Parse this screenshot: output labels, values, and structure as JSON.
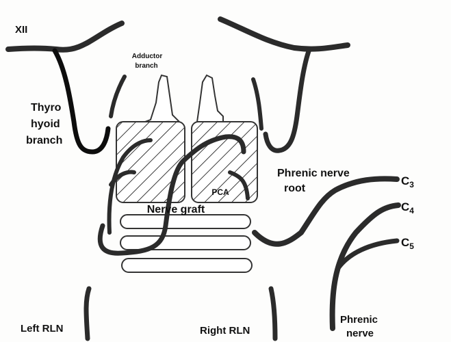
{
  "labels": {
    "xii": "XII",
    "adductor_line1": "Adductor",
    "adductor_line2": "branch",
    "thyro_line1": "Thyro",
    "thyro_line2": "hyoid",
    "thyro_line3": "branch",
    "phrenic_root_line1": "Phrenic nerve",
    "phrenic_root_line2": "root",
    "c3": "C",
    "c3_sub": "3",
    "c4": "C",
    "c4_sub": "4",
    "c5": "C",
    "c5_sub": "5",
    "pca": "PCA",
    "nerve_graft": "Nerve graft",
    "left_rln": "Left RLN",
    "right_rln": "Right RLN",
    "phrenic_line1": "Phrenic",
    "phrenic_line2": "nerve"
  },
  "colors": {
    "nerve": "#2b2b2b",
    "nerve_dark": "#0d0d0d",
    "hatch": "#3a3a3a",
    "outline": "#333333"
  }
}
